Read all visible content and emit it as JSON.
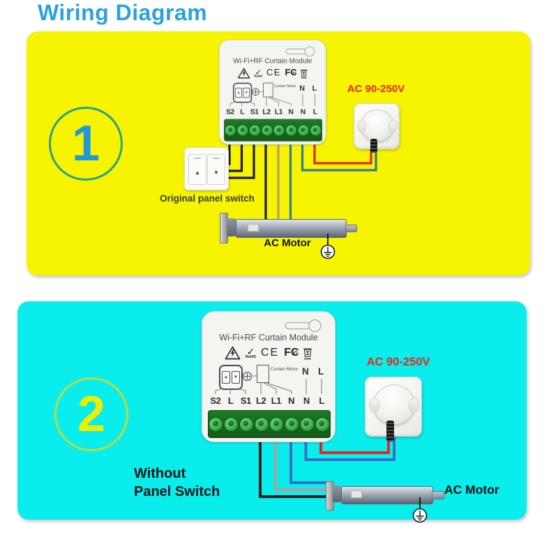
{
  "title": "Wiring Diagram",
  "icons": {
    "rohs_check": "✓",
    "up_arrow": "▲",
    "down_arrow": "▼"
  },
  "colors": {
    "title_blue": "#2BA2DE",
    "panel1_bg": "#F6F400",
    "panel2_bg": "#0AEDED",
    "voltage_red": "#E02A1C",
    "badge1_number": "#1F9AD4",
    "badge1_ring": "#28A08C",
    "badge2_number": "#EDEE00",
    "badge2_ring": "#BCDB3B",
    "terminal_green": "#1D7B27",
    "wire_black": "#1C1C1C",
    "wire_brown": "#C59A6B",
    "wire_teal": "#2F7E8E",
    "wire_grey": "#ACA29A",
    "wire_blue": "#3272C4",
    "wire_red": "#DC2A1E"
  },
  "module": {
    "title": "Wi-Fi+RF Curtain Module",
    "rohs_label": "RoHS",
    "ce_mark": "CE",
    "fcc_mark": "FC",
    "fcc_inner": "C",
    "curtain_motor_label": "Curtain Motor",
    "n_label": "N",
    "l_label": "L",
    "terminals": [
      "S2",
      "L",
      "S1",
      "L2",
      "L1",
      "N",
      "N",
      "L"
    ]
  },
  "diagram1": {
    "number": "1",
    "switch_label": "Original panel switch",
    "socket_label": "AC 90-250V",
    "motor_label": "AC Motor"
  },
  "diagram2": {
    "number": "2",
    "caption_line1": "Without",
    "caption_line2": "Panel Switch",
    "socket_label": "AC 90-250V",
    "motor_label": "AC Motor"
  }
}
